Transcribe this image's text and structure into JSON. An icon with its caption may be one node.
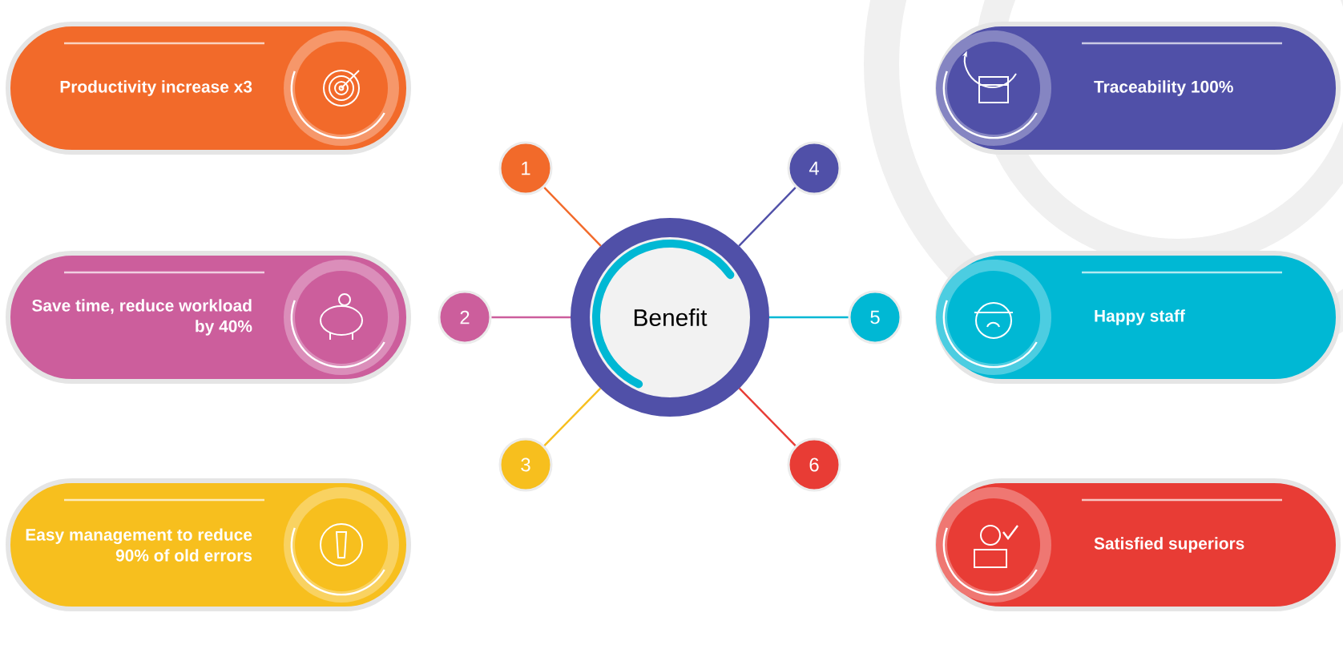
{
  "diagram": {
    "nodes": [
      {
        "text": [
          "Benefit"
        ]
      },
      {
        "text": [
          "1"
        ]
      },
      {
        "text": [
          "2"
        ]
      },
      {
        "text": [
          "3"
        ]
      },
      {
        "text": [
          "4"
        ]
      },
      {
        "text": [
          "5"
        ]
      },
      {
        "text": [
          "6"
        ]
      },
      {
        "text": [
          "Productivity increase x3"
        ]
      },
      {
        "text": [
          "Save time, reduce workload by 40%"
        ]
      },
      {
        "text": [
          "Easy management to reduce 90% of old errors"
        ]
      },
      {
        "text": [
          "Traceability 100%"
        ]
      },
      {
        "text": [
          "Happy staff"
        ]
      },
      {
        "text": [
          "Satisfied superiors"
        ]
      }
    ],
    "edges": [
      {
        "from": 0,
        "to": 1,
        "arrow": "none",
        "color": "#f26a2a"
      },
      {
        "from": 0,
        "to": 2,
        "arrow": "none",
        "color": "#cc5e9c"
      },
      {
        "from": 0,
        "to": 3,
        "arrow": "none",
        "color": "#f7bf1e"
      },
      {
        "from": 0,
        "to": 4,
        "arrow": "none",
        "color": "#5050a8"
      },
      {
        "from": 0,
        "to": 5,
        "arrow": "none",
        "color": "#00b8d4"
      },
      {
        "from": 0,
        "to": 6,
        "arrow": "none",
        "color": "#e83c35"
      }
    ]
  }
}
